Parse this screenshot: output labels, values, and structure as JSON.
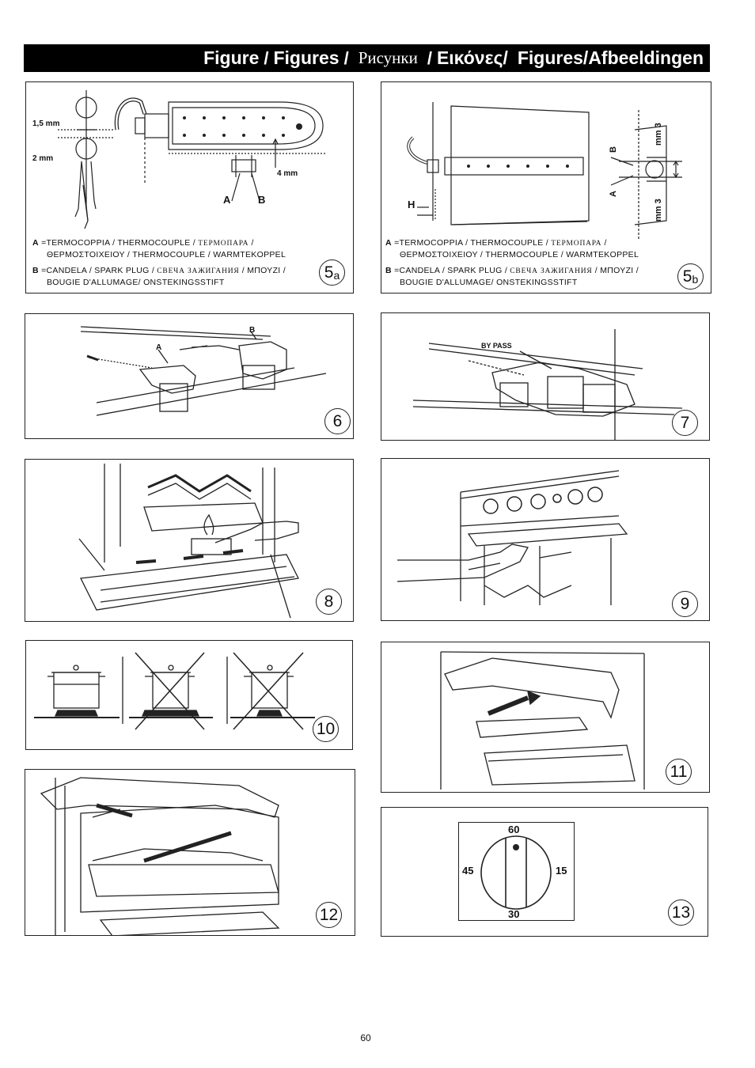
{
  "header": {
    "part1": "Figure",
    "sep1": "/",
    "part2": "Figures",
    "sep2": "/",
    "part3_ru": "Рисунки",
    "sep3": "/",
    "part4_gr": "Εικόνες/",
    "part5": "Figures/Afbeeldingen"
  },
  "fig5a": {
    "number": "5",
    "sub": "a",
    "dim1": "1,5 mm",
    "dim2": "2 mm",
    "dim3": "4 mm",
    "label_a": "A",
    "label_b": "B"
  },
  "fig5b": {
    "number": "5",
    "sub": "b",
    "label_h": "H",
    "label_a": "A",
    "label_b": "B",
    "dim_top": "mm 3",
    "dim_bottom": "mm 3"
  },
  "legend": {
    "a_key": "A",
    "a_line1": "=TERMOCOPPIA  /  THERMOCOUPLE  / ",
    "a_ru": "ТЕРМОПАРА",
    "a_line1_end": " /",
    "a_line2": "ΘΕΡΜΟΣΤΟΙΧΕΙΟΥ / THERMOCOUPLE /  WARMTEKOPPEL",
    "b_key": "B",
    "b_line1": "=CANDELA / SPARK PLUG / ",
    "b_ru": "СВЕЧА ЗАЖИГАНИЯ",
    "b_line1_end": " / ΜΠΟΥΖΙ /",
    "b_line2": "BOUGIE D'ALLUMAGE/   ONSTEKINGSSTIFT"
  },
  "fig6": {
    "number": "6",
    "label_a": "A",
    "label_b": "B"
  },
  "fig7": {
    "number": "7",
    "bypass": "BY PASS"
  },
  "fig8": {
    "number": "8"
  },
  "fig9": {
    "number": "9"
  },
  "fig10": {
    "number": "10"
  },
  "fig11": {
    "number": "11"
  },
  "fig12": {
    "number": "12"
  },
  "fig13": {
    "number": "13",
    "top": "60",
    "left": "45",
    "right": "15",
    "bottom": "30"
  },
  "page_number": "60"
}
